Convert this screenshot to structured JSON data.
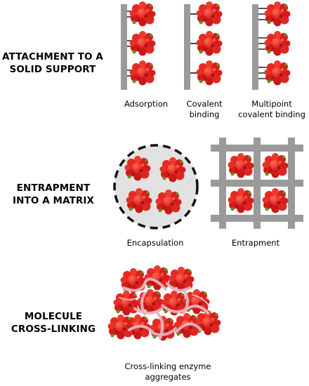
{
  "sections": [
    {
      "title_lines": [
        "ATTACHMENT TO A",
        "SOLID SUPPORT"
      ],
      "methods": [
        {
          "label_lines": [
            "Adsorption"
          ]
        },
        {
          "label_lines": [
            "Covalent",
            "binding"
          ]
        },
        {
          "label_lines": [
            "Multipoint",
            "covalent binding"
          ]
        }
      ]
    },
    {
      "title_lines": [
        "ENTRAPMENT",
        "INTO A MATRIX"
      ],
      "methods": [
        {
          "label_lines": [
            "Encapsulation"
          ]
        },
        {
          "label_lines": [
            "Entrapment"
          ]
        }
      ]
    },
    {
      "title_lines": [
        "MOLECULE",
        "CROSS-LINKING"
      ],
      "methods": [
        {
          "label_lines": [
            "Cross-linking enzyme",
            "aggregates"
          ]
        }
      ]
    }
  ],
  "colors": {
    "enzyme": "#e02020",
    "enzyme_dark": "#8b1010",
    "enzyme_light": "#f04a3a",
    "support": "#9a9a9a",
    "capsule_fill": "#e2e2e2",
    "linker": "#e8b4c0"
  },
  "icons": [
    "enzyme-molecule-icon",
    "solid-support-bar",
    "capsule",
    "matrix-grid",
    "cross-link-strand"
  ]
}
